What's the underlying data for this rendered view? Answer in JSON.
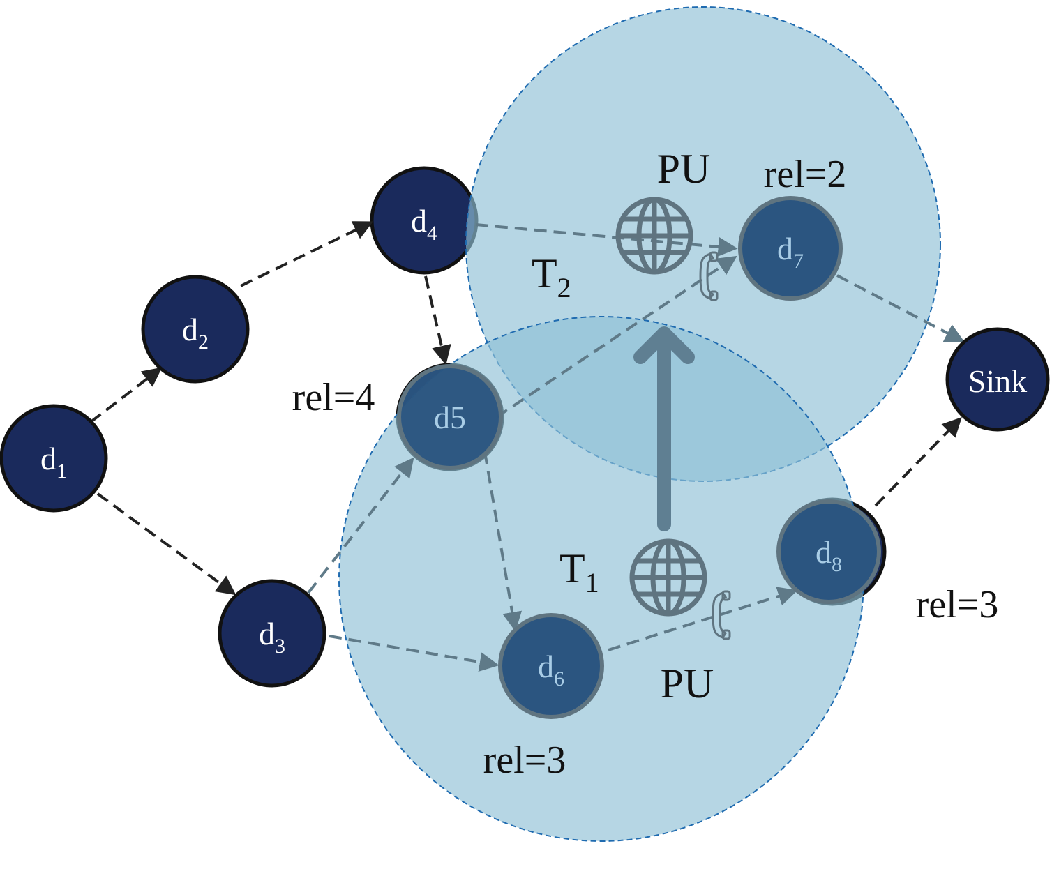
{
  "colors": {
    "node_dark": "#1a2a5c",
    "node_dark_stroke": "#111111",
    "node_in_zone": "#2b5580",
    "node_in_zone_stroke": "#5f7480",
    "zone_fill": "#8fc0d6",
    "zone_stroke": "#1f6bb0",
    "edge_dark": "#222222",
    "edge_gray": "#5f7a88",
    "icon_gray": "#5f7480",
    "label": "#111111",
    "node_text_light": "#ffffff",
    "node_text_in_zone": "#a9cde6"
  },
  "nodes": {
    "d1": {
      "base": "d",
      "sub": "1"
    },
    "d2": {
      "base": "d",
      "sub": "2"
    },
    "d3": {
      "base": "d",
      "sub": "3"
    },
    "d4": {
      "base": "d",
      "sub": "4"
    },
    "d5": {
      "base": "d5",
      "sub": ""
    },
    "d6": {
      "base": "d",
      "sub": "6"
    },
    "d7": {
      "base": "d",
      "sub": "7"
    },
    "d8": {
      "base": "d",
      "sub": "8"
    },
    "sink": {
      "base": "Sink",
      "sub": ""
    }
  },
  "labels": {
    "pu_top": "PU",
    "pu_bottom": "PU",
    "t2_base": "T",
    "t2_sub": "2",
    "t1_base": "T",
    "t1_sub": "1",
    "rel_d7": "rel=2",
    "rel_d5": "rel=4",
    "rel_d6": "rel=3",
    "rel_d8": "rel=3"
  },
  "icons": {
    "pu_top": "globe-icon",
    "pu_bottom": "globe-icon",
    "phone_top": "phone-icon",
    "phone_bottom": "phone-icon",
    "movement": "up-arrow-icon"
  }
}
